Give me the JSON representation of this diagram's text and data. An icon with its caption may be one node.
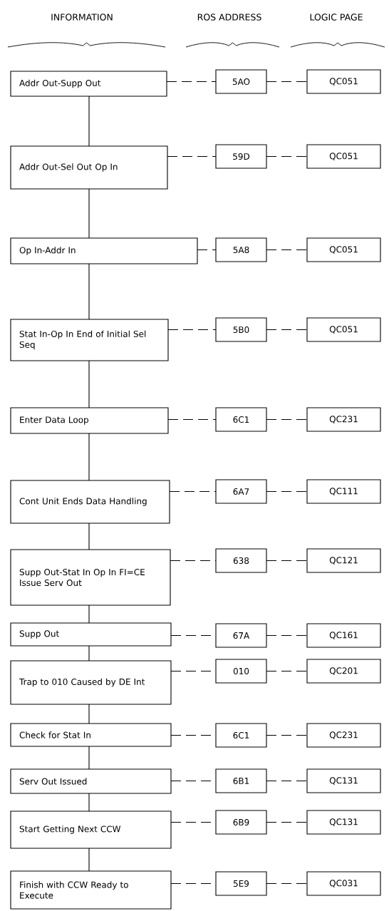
{
  "diagram": {
    "nodes": [
      {
        "text": [
          "Addr Out-Supp Out"
        ]
      },
      {
        "text": [
          "5AO"
        ]
      },
      {
        "text": [
          "QC051"
        ]
      },
      {
        "text": [
          "Addr Out-Sel Out Op In"
        ]
      },
      {
        "text": [
          "59D"
        ]
      },
      {
        "text": [
          "QC051"
        ]
      },
      {
        "text": [
          "Op In-Addr In"
        ]
      },
      {
        "text": [
          "5A8"
        ]
      },
      {
        "text": [
          "QC051"
        ]
      },
      {
        "text": [
          "Stat In-Op In End of Initial Sel Seq"
        ]
      },
      {
        "text": [
          "5B0"
        ]
      },
      {
        "text": [
          "QC051"
        ]
      },
      {
        "text": [
          "Enter Data Loop"
        ]
      },
      {
        "text": [
          "6C1"
        ]
      },
      {
        "text": [
          "QC231"
        ]
      },
      {
        "text": [
          "Cont Unit Ends Data Handling"
        ]
      },
      {
        "text": [
          "6A7"
        ]
      },
      {
        "text": [
          "QC111"
        ]
      },
      {
        "text": [
          "Supp Out-Stat In Op In FI=CE Issue Serv Out"
        ]
      },
      {
        "text": [
          "638"
        ]
      },
      {
        "text": [
          "QC121"
        ]
      },
      {
        "text": [
          "Supp Out"
        ]
      },
      {
        "text": [
          "67A"
        ]
      },
      {
        "text": [
          "QC161"
        ]
      },
      {
        "text": [
          "Trap to 010 Caused by DE Int"
        ]
      },
      {
        "text": [
          "010"
        ]
      },
      {
        "text": [
          "QC201"
        ]
      },
      {
        "text": [
          "Check for Stat In"
        ]
      },
      {
        "text": [
          "6C1"
        ]
      },
      {
        "text": [
          "QC231"
        ]
      },
      {
        "text": [
          "Serv Out Issued"
        ]
      },
      {
        "text": [
          "6B1"
        ]
      },
      {
        "text": [
          "QC131"
        ]
      },
      {
        "text": [
          "Start Getting Next CCW"
        ]
      },
      {
        "text": [
          "6B9"
        ]
      },
      {
        "text": [
          "QC131"
        ]
      },
      {
        "text": [
          "Finish with CCW Ready to Execute"
        ]
      },
      {
        "text": [
          "5E9"
        ]
      },
      {
        "text": [
          "QC031"
        ]
      }
    ],
    "edges": [
      {
        "from": 0,
        "to": 1,
        "arrow": "none",
        "style": "dashed"
      },
      {
        "from": 1,
        "to": 2,
        "arrow": "none",
        "style": "dashed"
      },
      {
        "from": 0,
        "to": 3,
        "arrow": "none"
      },
      {
        "from": 3,
        "to": 4,
        "arrow": "none",
        "style": "dashed"
      },
      {
        "from": 4,
        "to": 5,
        "arrow": "none",
        "style": "dashed"
      },
      {
        "from": 3,
        "to": 6,
        "arrow": "none"
      },
      {
        "from": 6,
        "to": 7,
        "arrow": "none",
        "style": "dashed"
      },
      {
        "from": 7,
        "to": 8,
        "arrow": "none",
        "style": "dashed"
      },
      {
        "from": 6,
        "to": 9,
        "arrow": "none"
      },
      {
        "from": 9,
        "to": 10,
        "arrow": "none",
        "style": "dashed"
      },
      {
        "from": 10,
        "to": 11,
        "arrow": "none",
        "style": "dashed"
      },
      {
        "from": 9,
        "to": 12,
        "arrow": "none"
      },
      {
        "from": 12,
        "to": 13,
        "arrow": "none",
        "style": "dashed"
      },
      {
        "from": 13,
        "to": 14,
        "arrow": "none",
        "style": "dashed"
      },
      {
        "from": 12,
        "to": 15,
        "arrow": "none"
      },
      {
        "from": 15,
        "to": 16,
        "arrow": "none",
        "style": "dashed"
      },
      {
        "from": 16,
        "to": 17,
        "arrow": "none",
        "style": "dashed"
      },
      {
        "from": 15,
        "to": 18,
        "arrow": "none"
      },
      {
        "from": 18,
        "to": 19,
        "arrow": "none",
        "style": "dashed"
      },
      {
        "from": 19,
        "to": 20,
        "arrow": "none",
        "style": "dashed"
      },
      {
        "from": 18,
        "to": 21,
        "arrow": "none"
      },
      {
        "from": 21,
        "to": 22,
        "arrow": "none",
        "style": "dashed"
      },
      {
        "from": 22,
        "to": 23,
        "arrow": "none",
        "style": "dashed"
      },
      {
        "from": 21,
        "to": 24,
        "arrow": "none"
      },
      {
        "from": 24,
        "to": 25,
        "arrow": "none",
        "style": "dashed"
      },
      {
        "from": 25,
        "to": 26,
        "arrow": "none",
        "style": "dashed"
      },
      {
        "from": 24,
        "to": 27,
        "arrow": "none"
      },
      {
        "from": 27,
        "to": 28,
        "arrow": "none",
        "style": "dashed"
      },
      {
        "from": 28,
        "to": 29,
        "arrow": "none",
        "style": "dashed"
      },
      {
        "from": 27,
        "to": 30,
        "arrow": "none"
      },
      {
        "from": 30,
        "to": 31,
        "arrow": "none",
        "style": "dashed"
      },
      {
        "from": 31,
        "to": 32,
        "arrow": "none",
        "style": "dashed"
      },
      {
        "from": 30,
        "to": 33,
        "arrow": "none"
      },
      {
        "from": 33,
        "to": 34,
        "arrow": "none",
        "style": "dashed"
      },
      {
        "from": 34,
        "to": 35,
        "arrow": "none",
        "style": "dashed"
      },
      {
        "from": 33,
        "to": 36,
        "arrow": "none"
      },
      {
        "from": 36,
        "to": 37,
        "arrow": "none",
        "style": "dashed"
      },
      {
        "from": 37,
        "to": 38,
        "arrow": "none",
        "style": "dashed"
      }
    ],
    "labels": [
      "INFORMATION",
      "ROS ADDRESS",
      "LOGIC PAGE"
    ]
  }
}
